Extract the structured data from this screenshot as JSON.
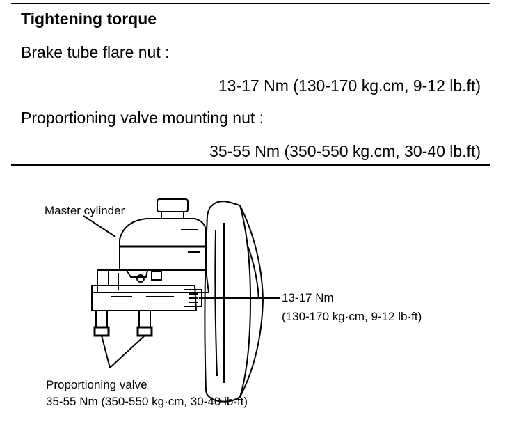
{
  "spec": {
    "heading": "Tightening torque",
    "items": [
      {
        "label": "Brake tube flare nut :",
        "value": "13-17 Nm (130-170 kg.cm, 9-12 lb.ft)"
      },
      {
        "label": "Proportioning valve mounting nut :",
        "value": "35-55 Nm (350-550 kg.cm, 30-40 lb.ft)"
      }
    ]
  },
  "diagram": {
    "master_cylinder_label": "Master cylinder",
    "flare_torque_line1": "13-17 Nm",
    "flare_torque_line2": "(130-170 kg·cm, 9-12 lb·ft)",
    "valve_label": "Proportioning valve",
    "valve_torque": "35-55 Nm (350-550 kg·cm, 30-40 lb·ft)"
  }
}
